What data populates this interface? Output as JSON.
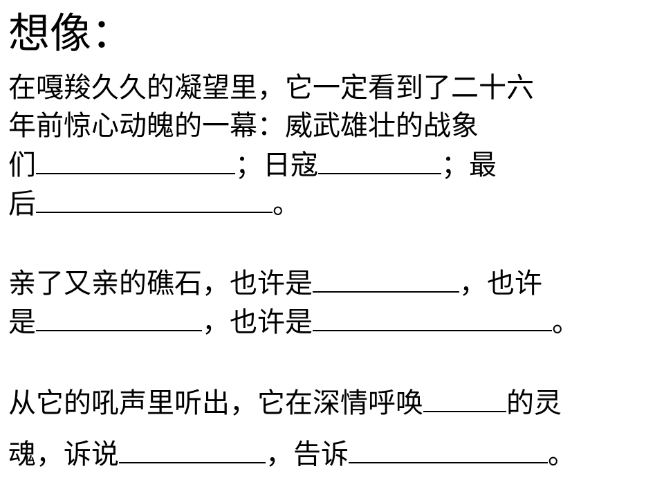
{
  "title": "想像：",
  "paragraph1": {
    "line1": "在嘎羧久久的凝望里，它一定看到了二十六",
    "line2": "年前惊心动魄的一幕：威武雄壮的战象",
    "line3_a": "们",
    "line3_b": "；日寇",
    "line3_c": "；最",
    "line4_a": "后",
    "line4_b": "。"
  },
  "paragraph2": {
    "line1_a": "亲了又亲的礁石，也许是",
    "line1_b": "，也许",
    "line2_a": "是",
    "line2_b": "，也许是",
    "line2_c": "。"
  },
  "paragraph3": {
    "line1_a": "从它的吼声里听出，它在深情呼唤",
    "line1_b": "的灵",
    "line2_a": "魂，诉说",
    "line2_b": "，告诉",
    "line2_c": "。"
  }
}
